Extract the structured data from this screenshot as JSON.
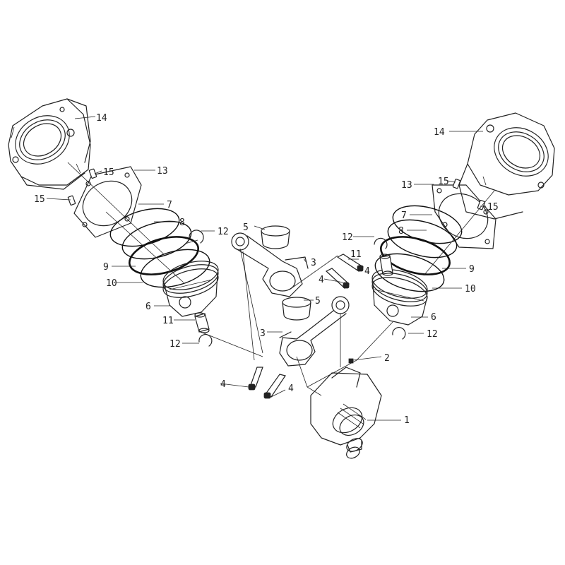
{
  "callouts": {
    "c1": "1",
    "c2": "2",
    "c3a": "3",
    "c3b": "3",
    "c4a": "4",
    "c4b": "4",
    "c4c": "4",
    "c4d": "4",
    "c5a": "5",
    "c5b": "5",
    "c6a": "6",
    "c6b": "6",
    "c7a": "7",
    "c7b": "7",
    "c8a": "8",
    "c8b": "8",
    "c9a": "9",
    "c9b": "9",
    "c10a": "10",
    "c10b": "10",
    "c11a": "11",
    "c11b": "11",
    "c12a": "12",
    "c12b": "12",
    "c12c": "12",
    "c12d": "12",
    "c13a": "13",
    "c13b": "13",
    "c14a": "14",
    "c14b": "14",
    "c15a": "15",
    "c15b": "15",
    "c15c": "15",
    "c15d": "15"
  }
}
